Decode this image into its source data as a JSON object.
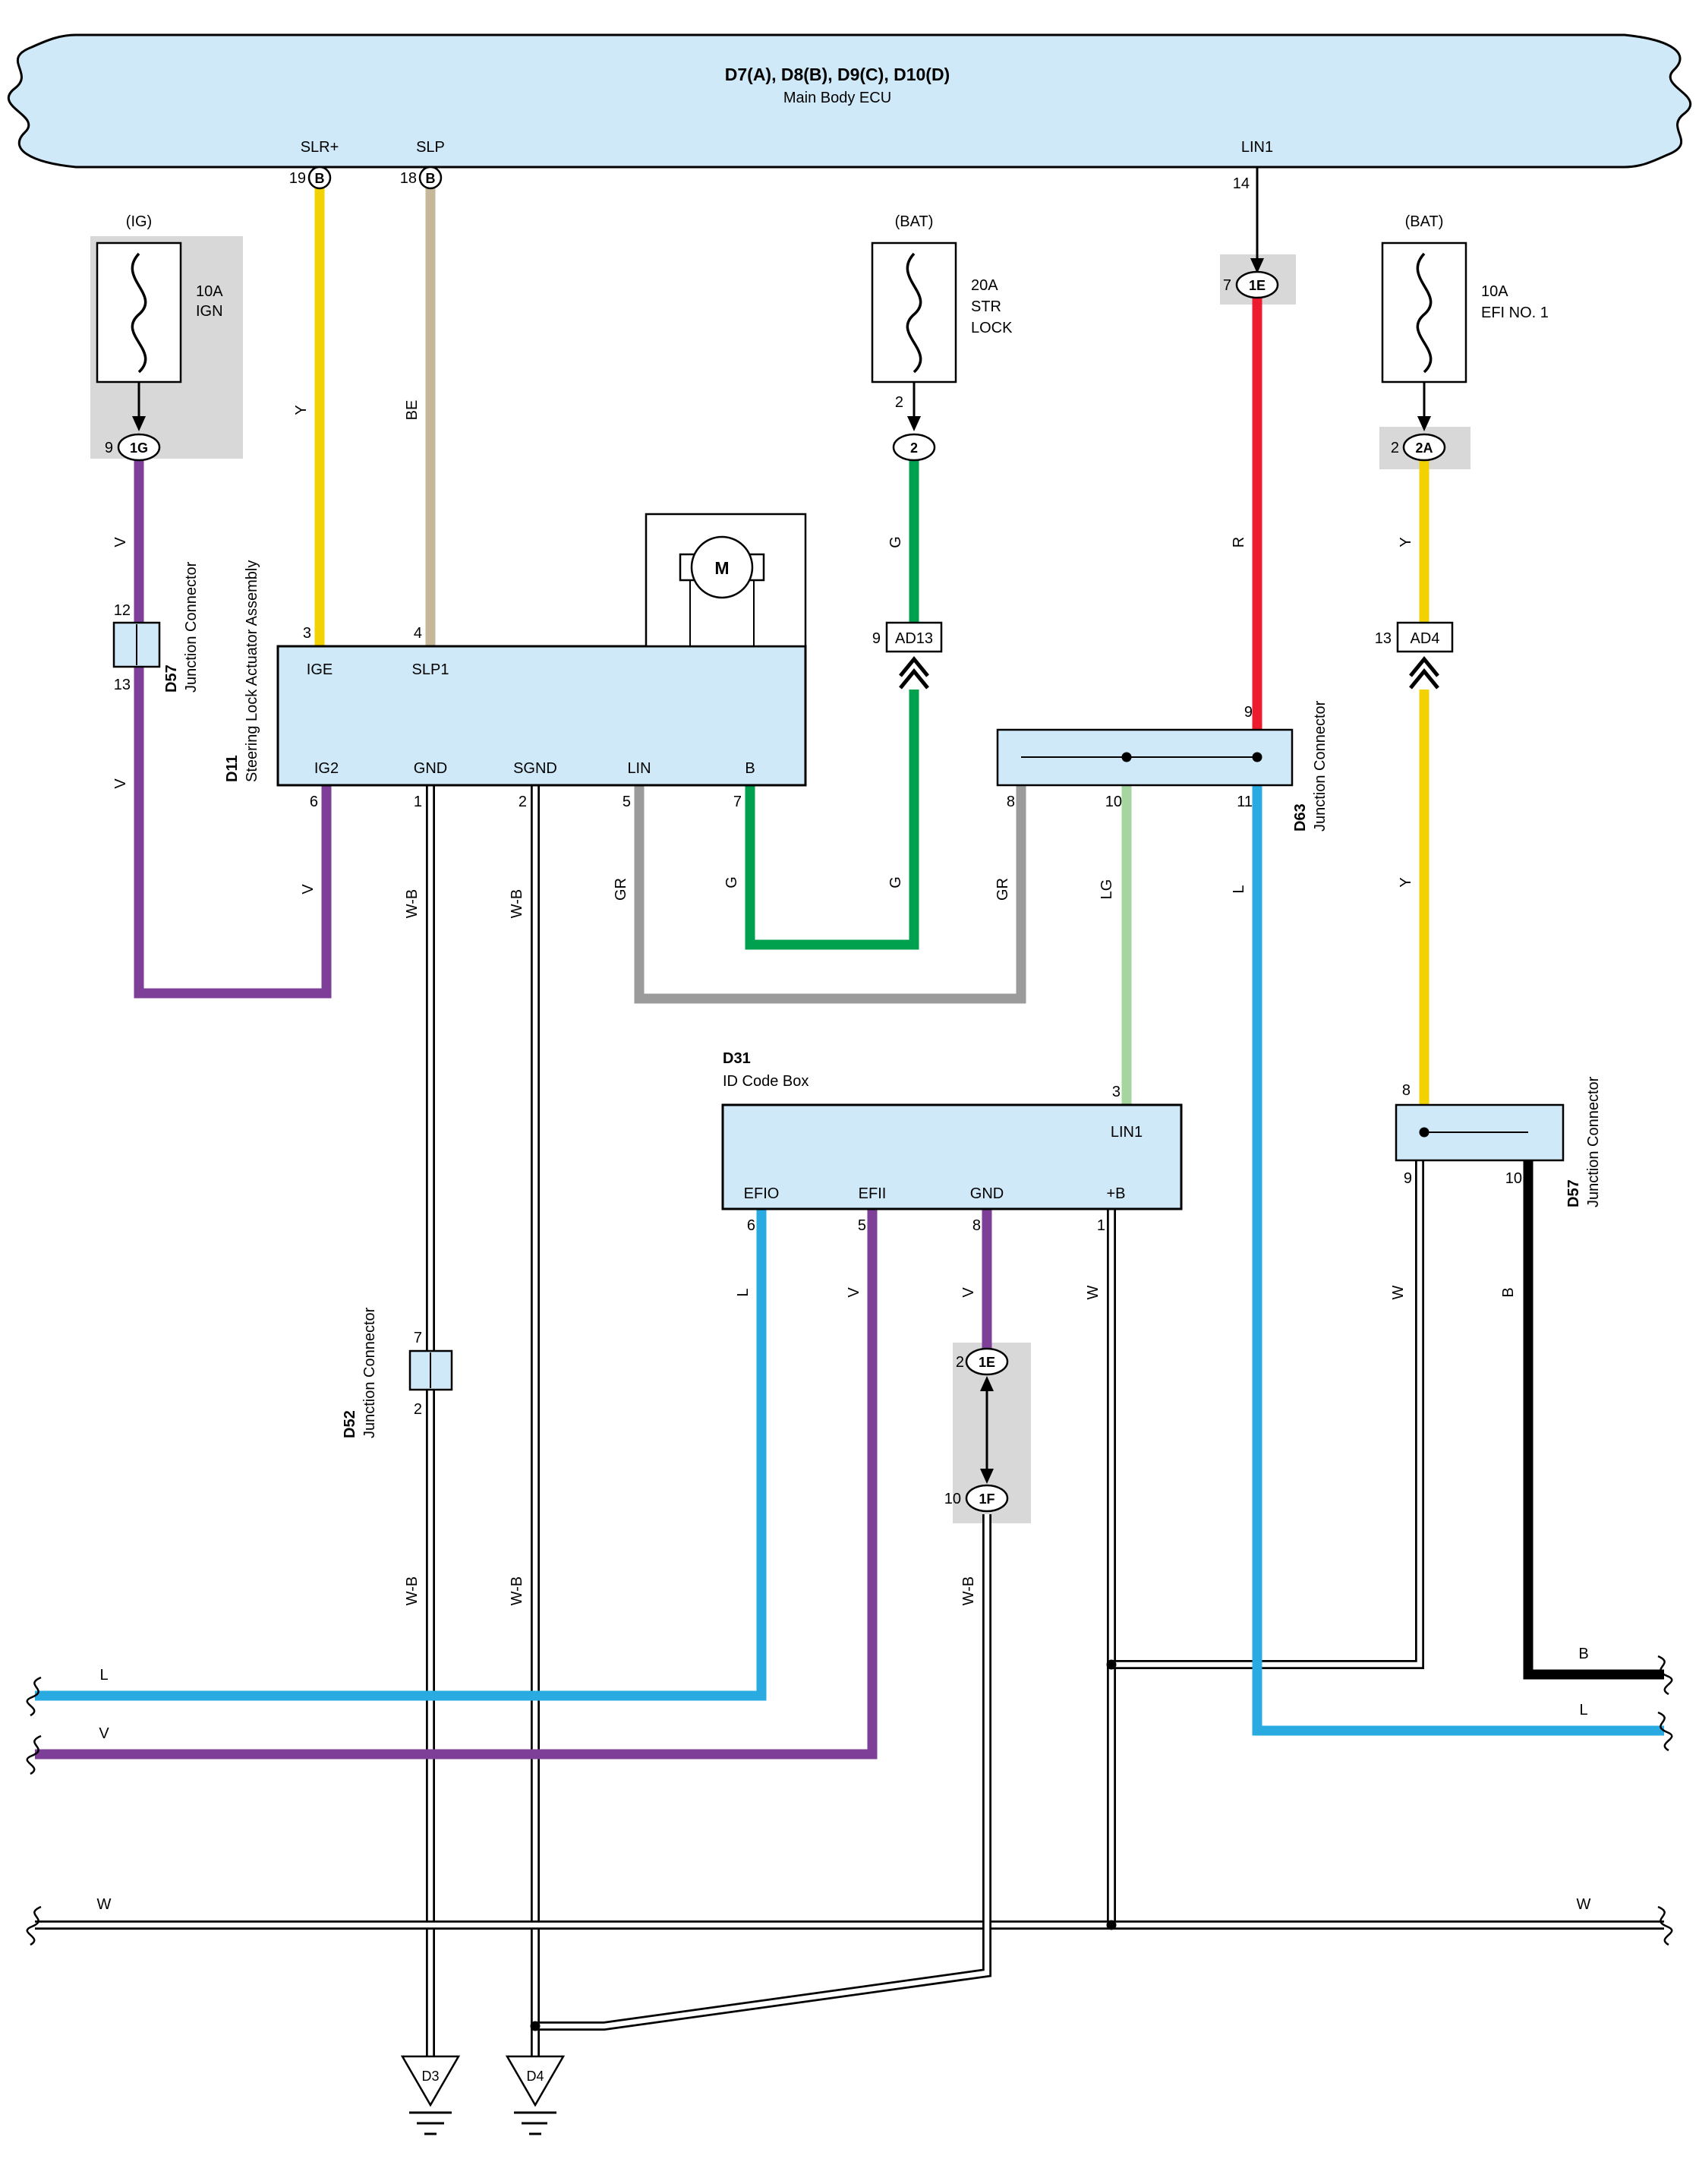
{
  "colors": {
    "yellow": "#f2d200",
    "beige": "#c7b79a",
    "violet": "#7e3f98",
    "green": "#00a14e",
    "red": "#ec1c2e",
    "gray": "#9b9b9b",
    "light_green": "#a6d5a0",
    "cyan": "#29abe2",
    "block": "#cfe9f8",
    "highlight": "#d8d8d8"
  },
  "ecu": {
    "line1": "D7(A), D8(B), D9(C), D10(D)",
    "line2": "Main Body ECU",
    "pins": {
      "slr": {
        "label": "SLR+",
        "num": "19",
        "code": "B"
      },
      "slp": {
        "label": "SLP",
        "num": "18",
        "code": "B"
      },
      "lin1": {
        "label": "LIN1",
        "num": "14"
      }
    }
  },
  "fuse_ign": {
    "title": "(IG)",
    "rating": "10A",
    "name": "IGN",
    "pin": "9",
    "conn": "1G"
  },
  "fuse_str": {
    "title": "(BAT)",
    "rating": "20A",
    "name1": "STR",
    "name2": "LOCK",
    "pin": "2",
    "conn": "2"
  },
  "fuse_efi": {
    "title": "(BAT)",
    "rating": "10A",
    "name": "EFI NO. 1",
    "pin": "2",
    "conn": "2A"
  },
  "conn_1e_top": {
    "pin": "7",
    "label": "1E"
  },
  "conn_1e_mid": {
    "pin": "2",
    "label": "1E"
  },
  "conn_1f": {
    "pin": "10",
    "label": "1F"
  },
  "ad13": {
    "pin": "9",
    "label": "AD13"
  },
  "ad4": {
    "pin": "13",
    "label": "AD4"
  },
  "d11": {
    "id": "D11",
    "name": "Steering Lock Actuator Assembly",
    "motor": "M",
    "top_pins": [
      {
        "num": "3",
        "label": "IGE"
      },
      {
        "num": "4",
        "label": "SLP1"
      }
    ],
    "bottom_pins": [
      {
        "num": "6",
        "label": "IG2"
      },
      {
        "num": "1",
        "label": "GND"
      },
      {
        "num": "2",
        "label": "SGND"
      },
      {
        "num": "5",
        "label": "LIN"
      },
      {
        "num": "7",
        "label": "B"
      }
    ]
  },
  "d57_left": {
    "id": "D57",
    "name": "Junction Connector",
    "pin_top": "12",
    "pin_bottom": "13"
  },
  "d63": {
    "id": "D63",
    "name": "Junction Connector",
    "pin_top": "9",
    "pins_bottom": [
      "8",
      "10",
      "11"
    ]
  },
  "d57_right": {
    "id": "D57",
    "name": "Junction Connector",
    "pin_top": "8",
    "pins_bottom": [
      "9",
      "10"
    ]
  },
  "d52": {
    "id": "D52",
    "name": "Junction Connector",
    "pin_top": "7",
    "pin_bottom": "2"
  },
  "d31": {
    "id": "D31",
    "name": "ID Code Box",
    "pin_top": {
      "num": "3",
      "label": "LIN1"
    },
    "bottom_pins": [
      {
        "num": "6",
        "label": "EFIO"
      },
      {
        "num": "5",
        "label": "EFII"
      },
      {
        "num": "8",
        "label": "GND"
      },
      {
        "num": "1",
        "label": "+B"
      }
    ]
  },
  "grounds": {
    "d3": "D3",
    "d4": "D4"
  },
  "wire_labels": {
    "y": "Y",
    "be": "BE",
    "v": "V",
    "g": "G",
    "r": "R",
    "gr": "GR",
    "lg": "LG",
    "l": "L",
    "w": "W",
    "wb": "W-B",
    "b": "B"
  }
}
